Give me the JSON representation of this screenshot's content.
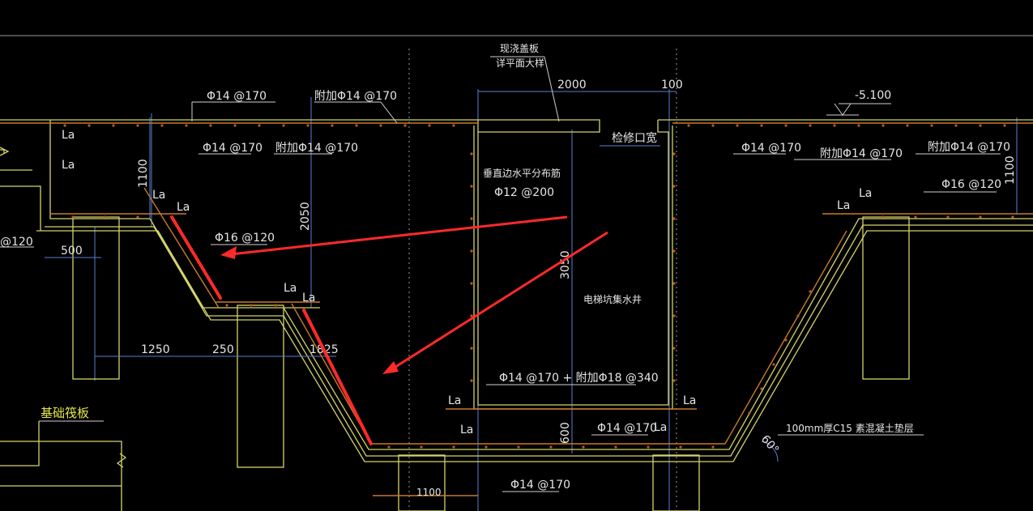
{
  "labels": {
    "top_note_1": "现浇盖板",
    "top_note_2": "详平面大样",
    "dim_2000": "2000",
    "dim_100": "100",
    "elevation": "-5.100",
    "inspection_width": "检修口宽",
    "rebar_top_left": "Φ14 @170",
    "rebar_add_top_left": "附加Φ14 @170",
    "rebar_mid_left_1": "Φ14 @170",
    "rebar_mid_left_2": "附加Φ14 @170",
    "rebar_right_1": "Φ14 @170",
    "rebar_right_2": "附加Φ14 @170",
    "rebar_right_3": "附加Φ14 @170",
    "rebar_right_4": "Φ16 @120",
    "rebar_slope_left": "Φ16 @120",
    "rebar_left_edge": "@120",
    "wall_dist_1": "垂直边水平分布筋",
    "wall_dist_2": "Φ12 @200",
    "pit_name": "电梯坑集水井",
    "bottom_rebar": "Φ14 @170 + 附加Φ18 @340",
    "bottom_rebar_2": "Φ14 @170",
    "bottom_rebar_3": "Φ14 @170",
    "cushion": "100mm厚C15 素混凝土垫层",
    "angle": "60°",
    "raft": "基础筏板",
    "dim_1100_left": "1100",
    "dim_1100_right": "1100",
    "dim_2050": "2050",
    "dim_3050": "3050",
    "dim_500": "500",
    "dim_1250": "1250",
    "dim_250": "250",
    "dim_1825": "1825",
    "dim_600": "600",
    "dim_1100_bottom": "1100",
    "la": "La"
  },
  "colors": {
    "background": "#000000",
    "annotation_arrow": "#ff2a2a",
    "concrete_outline": "#d4d46a",
    "rebar": "#c87a2a",
    "dimension": "#5a7fd0"
  }
}
